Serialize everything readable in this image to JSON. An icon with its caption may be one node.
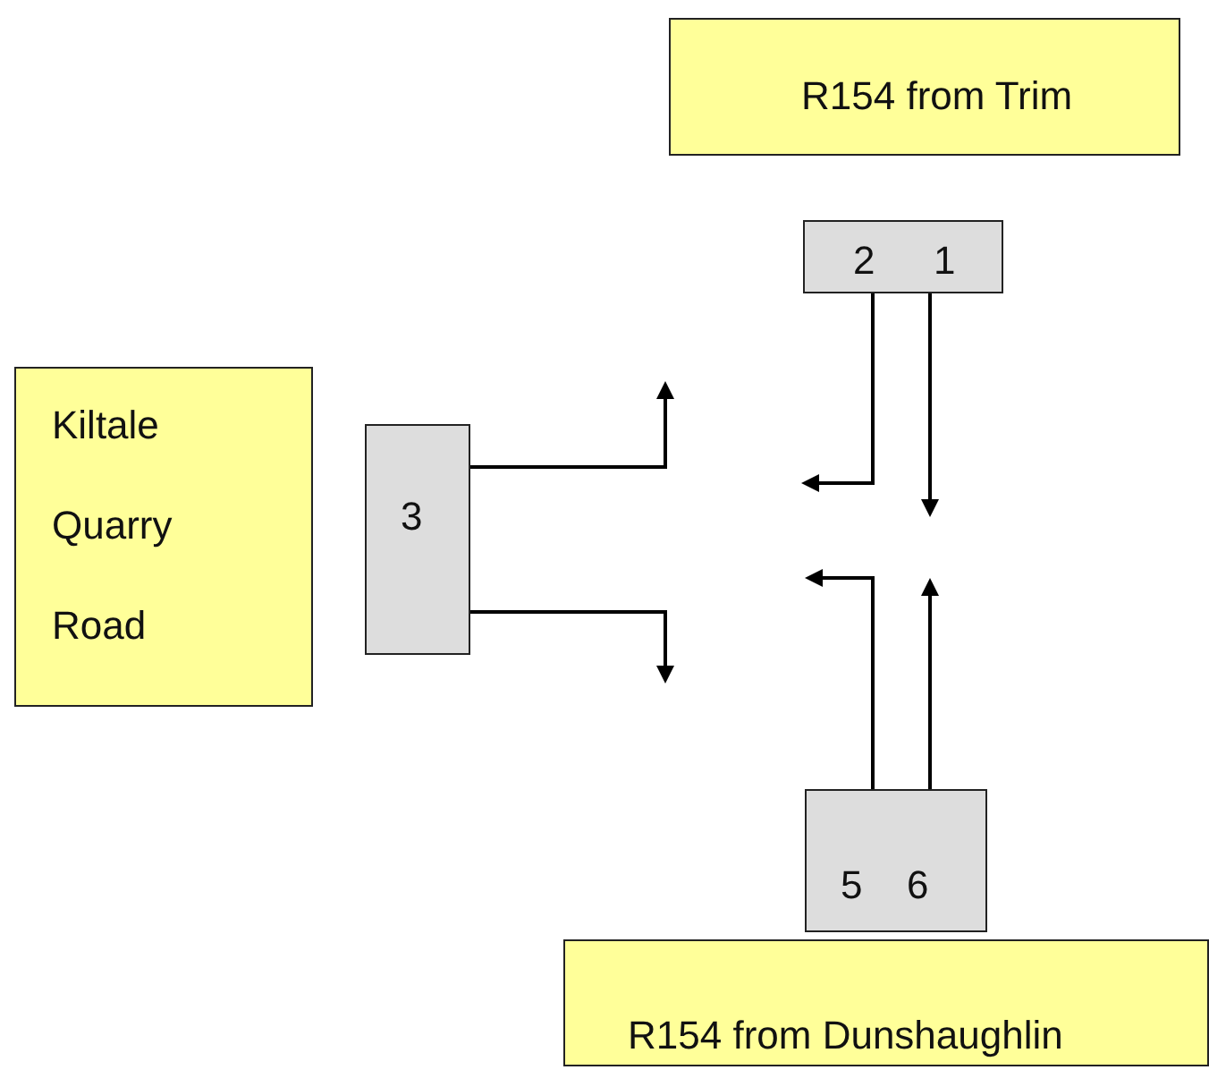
{
  "diagram": {
    "nodes": [
      {
        "text": [
          "R154  from  Trim"
        ]
      },
      {
        "text": [
          "2",
          "1"
        ]
      },
      {
        "text": [
          "Kiltale Quarry Road"
        ]
      },
      {
        "text": [
          "3"
        ]
      },
      {
        "text": [
          "5",
          "6"
        ]
      },
      {
        "text": [
          "R154 from Dunshaughlin"
        ]
      }
    ],
    "edges": [
      {
        "from": 1,
        "to": null,
        "arrow": "to"
      },
      {
        "from": 1,
        "to": null,
        "arrow": "to"
      },
      {
        "from": 3,
        "to": null,
        "arrow": "to"
      },
      {
        "from": 3,
        "to": null,
        "arrow": "to"
      },
      {
        "from": 4,
        "to": null,
        "arrow": "to"
      },
      {
        "from": 4,
        "to": null,
        "arrow": "to"
      }
    ]
  }
}
